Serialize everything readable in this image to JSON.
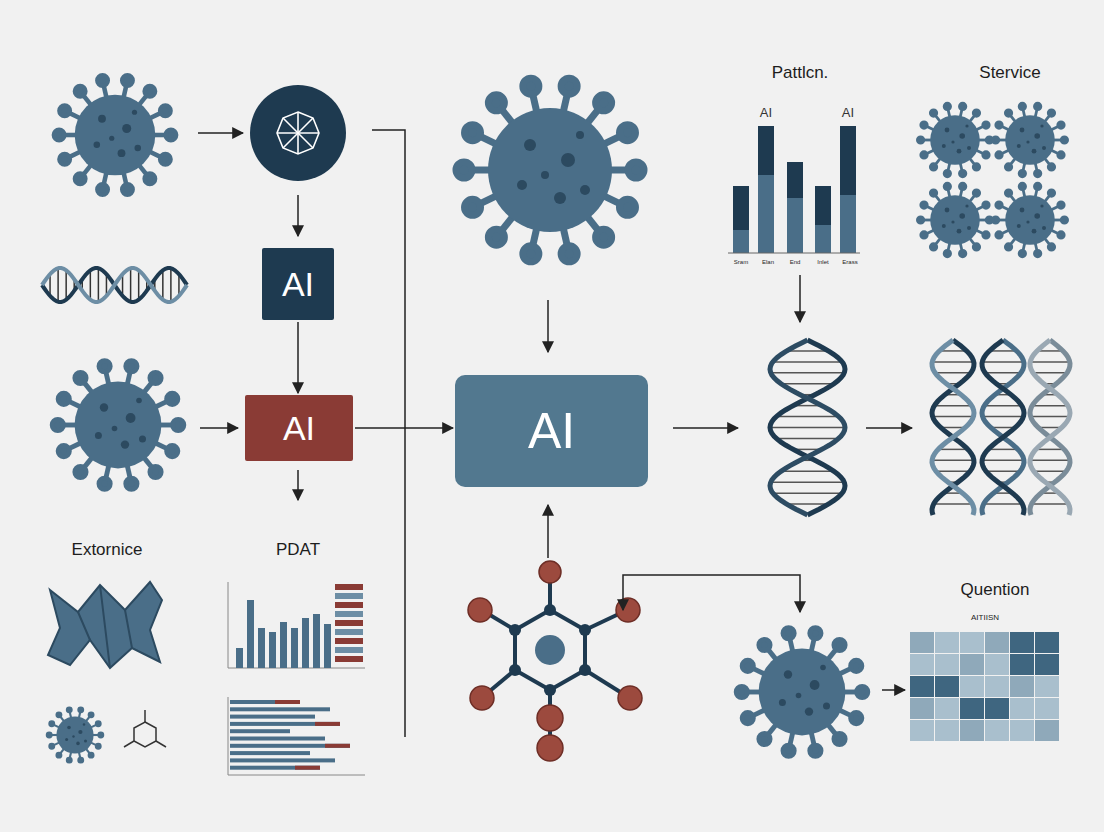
{
  "diagram": {
    "nodes": [
      {
        "text": [
          "AI"
        ]
      },
      {
        "text": [
          "AI"
        ]
      },
      {
        "text": [
          "AI"
        ]
      }
    ],
    "edges": [
      {
        "from": 0,
        "to": 1,
        "arrow": "to"
      },
      {
        "from": 1,
        "to": 2,
        "arrow": "to"
      }
    ],
    "labels": [
      "Extornice",
      "PDAT",
      "Pattlcn.",
      "AI",
      "AI",
      "Stervice",
      "Quention",
      "AITIISN",
      "Sram",
      "Elan",
      "End",
      "Inlet",
      "Erass"
    ]
  }
}
